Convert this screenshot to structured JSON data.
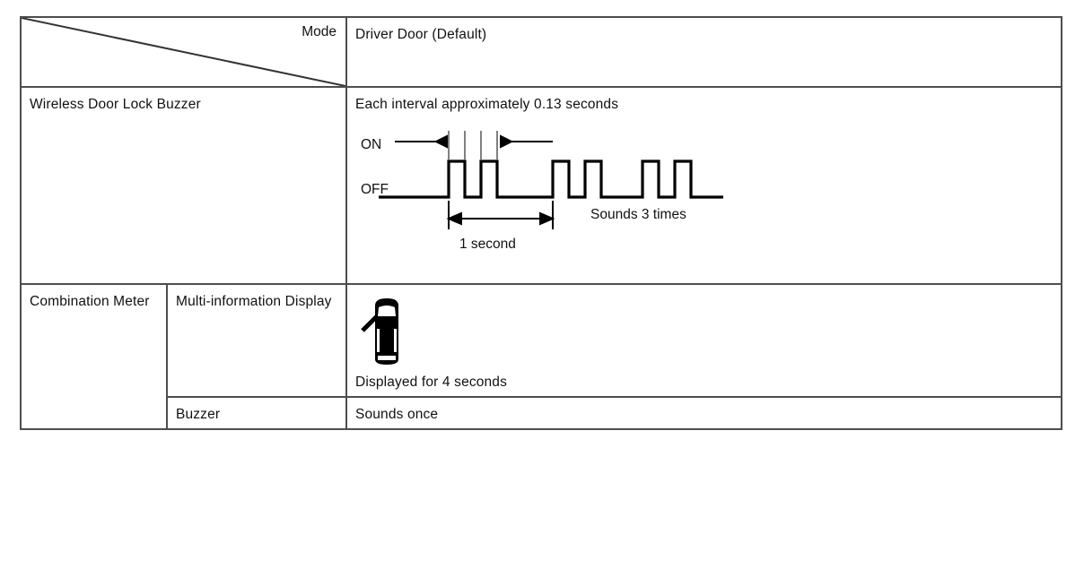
{
  "table": {
    "header": {
      "corner_label": "Mode",
      "column_value": "Driver Door (Default)"
    },
    "rows": [
      {
        "row_label": "Wireless Door Lock Buzzer",
        "sub_label": null,
        "content_title": "Each interval approximately 0.13 seconds",
        "diagram": "buzzer-waveform"
      },
      {
        "row_label": "Combination Meter",
        "sub_label": "Multi-information Display",
        "content_title": "Displayed for 4 seconds",
        "diagram": "car-door-open-icon"
      },
      {
        "row_label": "",
        "sub_label": "Buzzer",
        "content_title": "Sounds once",
        "diagram": null
      }
    ]
  },
  "waveform": {
    "on_label": "ON",
    "off_label": "OFF",
    "interval_note": "Each interval approximately 0.13 seconds",
    "duration_label": "1 second",
    "repeat_label": "Sounds 3 times",
    "pulse_groups": 3,
    "pulses_per_group": 2,
    "interval_seconds": 0.13,
    "line_color": "#000000",
    "guide_color": "#808080"
  },
  "colors": {
    "border": "#4d4d4d",
    "text": "#111111",
    "background": "#ffffff",
    "ink": "#000000"
  }
}
